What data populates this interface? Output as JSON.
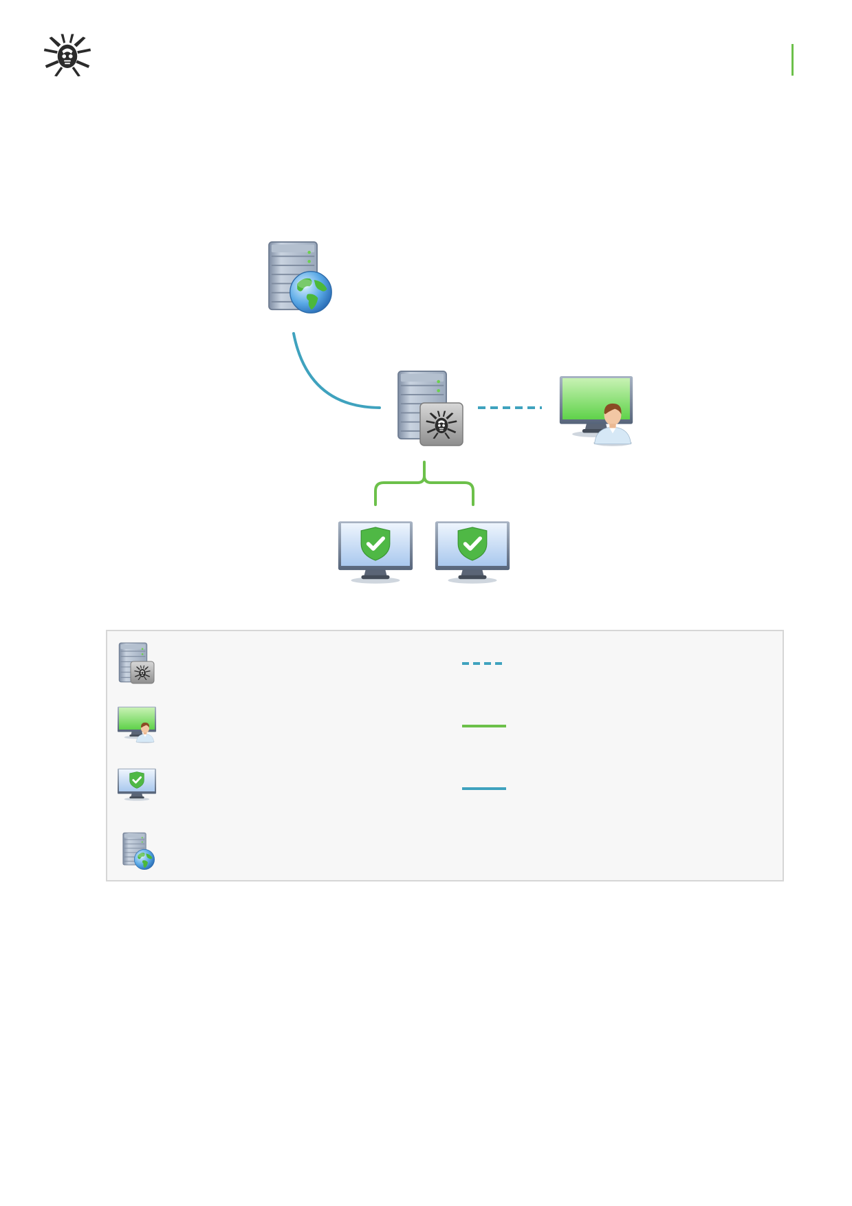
{
  "header": {
    "logo_icon": "drweb-spider-logo-icon",
    "accent": "#6cc04a"
  },
  "diagram": {
    "nodes": [
      {
        "id": "internet-server",
        "icon": "server-globe-icon"
      },
      {
        "id": "protection-server",
        "icon": "server-spider-icon"
      },
      {
        "id": "admin-workstation",
        "icon": "monitor-user-icon"
      },
      {
        "id": "protected-station-1",
        "icon": "monitor-shield-icon"
      },
      {
        "id": "protected-station-2",
        "icon": "monitor-shield-icon"
      }
    ],
    "links": [
      {
        "from": "internet-server",
        "to": "protection-server",
        "style": "solid",
        "color": "#3fa2be"
      },
      {
        "from": "protection-server",
        "to": "admin-workstation",
        "style": "dashed",
        "color": "#3fa2be"
      },
      {
        "from": "protection-server",
        "to": "protected-station-1",
        "style": "solid",
        "color": "#6cc04a"
      },
      {
        "from": "protection-server",
        "to": "protected-station-2",
        "style": "solid",
        "color": "#6cc04a"
      }
    ]
  },
  "legend": {
    "icons": [
      "server-spider-icon",
      "monitor-user-icon",
      "monitor-shield-icon",
      "server-globe-icon"
    ],
    "lines": [
      {
        "style": "dashed",
        "color": "#3fa2be"
      },
      {
        "style": "solid",
        "color": "#6cc04a"
      },
      {
        "style": "solid",
        "color": "#3fa2be"
      }
    ]
  }
}
